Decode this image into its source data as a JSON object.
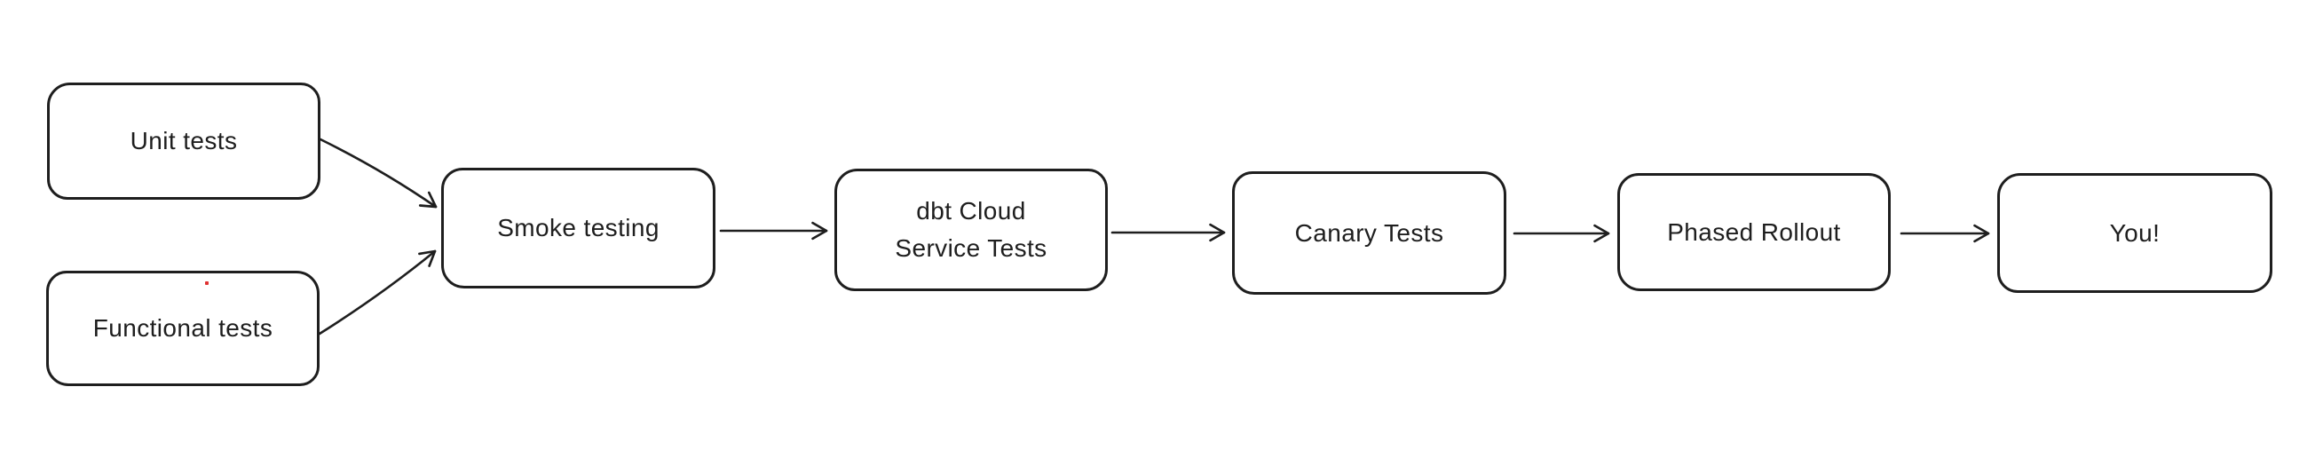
{
  "diagram": {
    "type": "flowchart",
    "background_color": "#ffffff",
    "stroke_color": "#1e1e1e",
    "artifact_color": "#e03131",
    "nodes": [
      {
        "id": "unit-tests",
        "label": "Unit tests"
      },
      {
        "id": "functional-tests",
        "label": "Functional tests"
      },
      {
        "id": "smoke-testing",
        "label": "Smoke testing"
      },
      {
        "id": "dbt-cloud-service-tests",
        "label": "dbt Cloud\nService Tests"
      },
      {
        "id": "canary-tests",
        "label": "Canary Tests"
      },
      {
        "id": "phased-rollout",
        "label": "Phased Rollout"
      },
      {
        "id": "you",
        "label": "You!"
      }
    ],
    "edges": [
      {
        "from": "unit-tests",
        "to": "smoke-testing"
      },
      {
        "from": "functional-tests",
        "to": "smoke-testing"
      },
      {
        "from": "smoke-testing",
        "to": "dbt-cloud-service-tests"
      },
      {
        "from": "dbt-cloud-service-tests",
        "to": "canary-tests"
      },
      {
        "from": "canary-tests",
        "to": "phased-rollout"
      },
      {
        "from": "phased-rollout",
        "to": "you"
      }
    ]
  }
}
